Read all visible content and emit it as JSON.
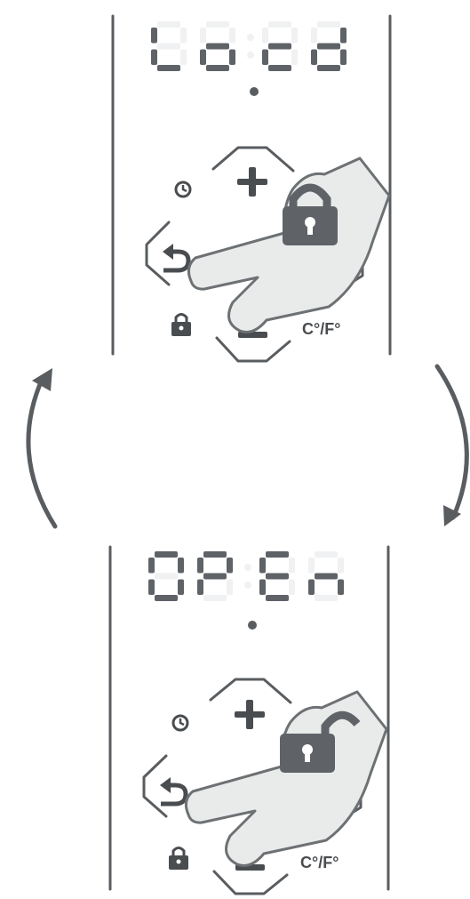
{
  "panels": [
    {
      "display": [
        "L",
        "o",
        "c",
        "d"
      ],
      "lock_state": "locked",
      "labels": {
        "unit_toggle": "C°/F°"
      },
      "icons": [
        "clock-icon",
        "plus-icon",
        "back-icon",
        "child-lock-icon",
        "minus-icon",
        "padlock-closed-icon",
        "hand-icon"
      ]
    },
    {
      "display": [
        "O",
        "P",
        "E",
        "n"
      ],
      "lock_state": "unlocked",
      "labels": {
        "unit_toggle": "C°/F°"
      },
      "icons": [
        "clock-icon",
        "plus-icon",
        "back-icon",
        "child-lock-icon",
        "minus-icon",
        "padlock-open-icon",
        "hand-icon"
      ]
    }
  ],
  "colors": {
    "ink": "#5a5d60",
    "segment_on": "#5f6368",
    "segment_off": "#f0f1f2",
    "hand_fill": "#e9eaea"
  },
  "arrows": [
    "cycle-arrow-left-icon",
    "cycle-arrow-right-icon"
  ]
}
